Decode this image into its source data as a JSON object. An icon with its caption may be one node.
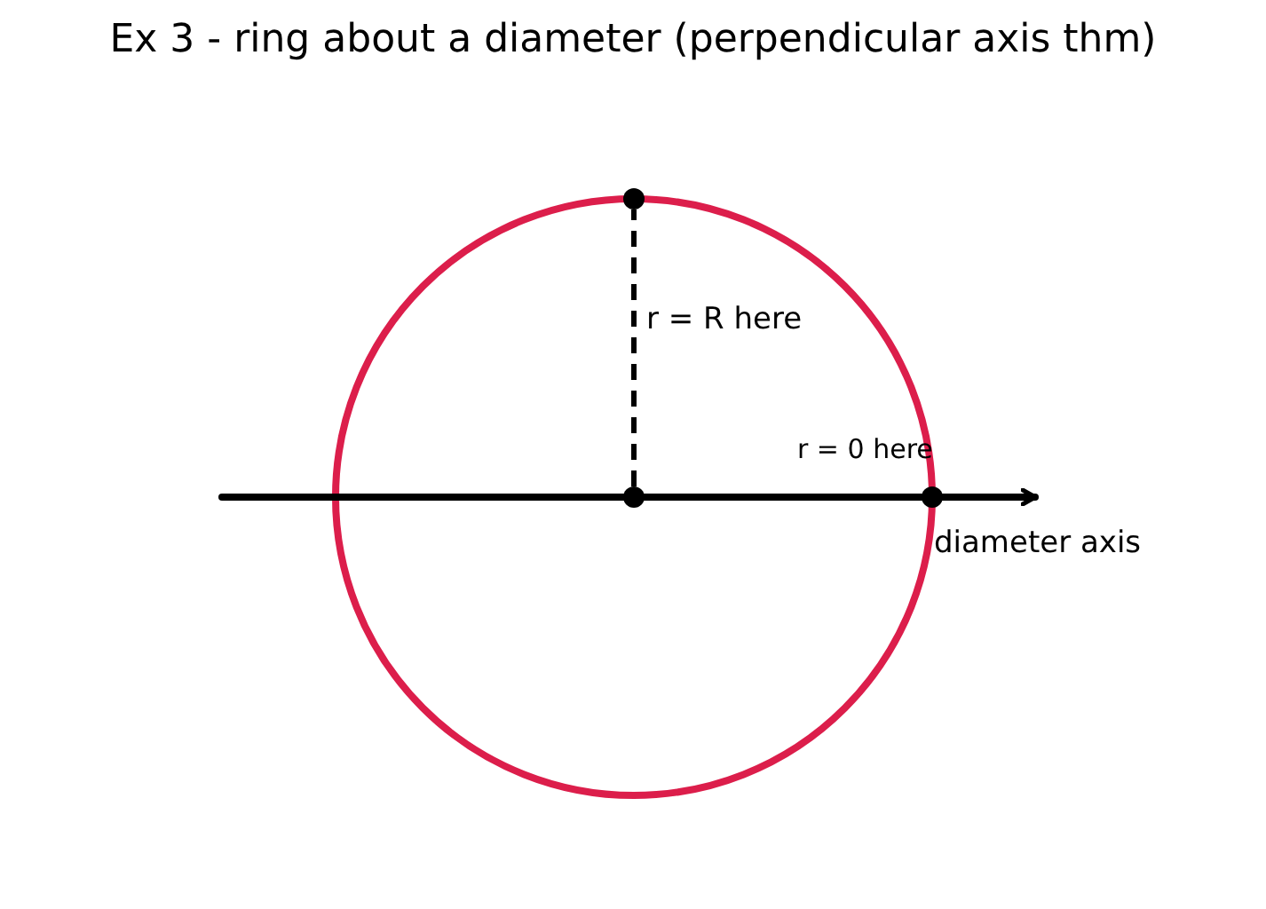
{
  "diagram": {
    "title": "Ex 3 - ring about a diameter (perpendicular axis thm)",
    "nodes": [
      {
        "text": [],
        "shape": "circle"
      },
      {
        "text": [],
        "shape": "circle"
      },
      {
        "text": [],
        "shape": "circle"
      }
    ],
    "edges": [
      {
        "from": 0,
        "to": 1,
        "arrow": "none",
        "style": "dashed",
        "label": "r = R here"
      }
    ],
    "labels": [
      "r = 0 here",
      "diameter axis"
    ]
  }
}
